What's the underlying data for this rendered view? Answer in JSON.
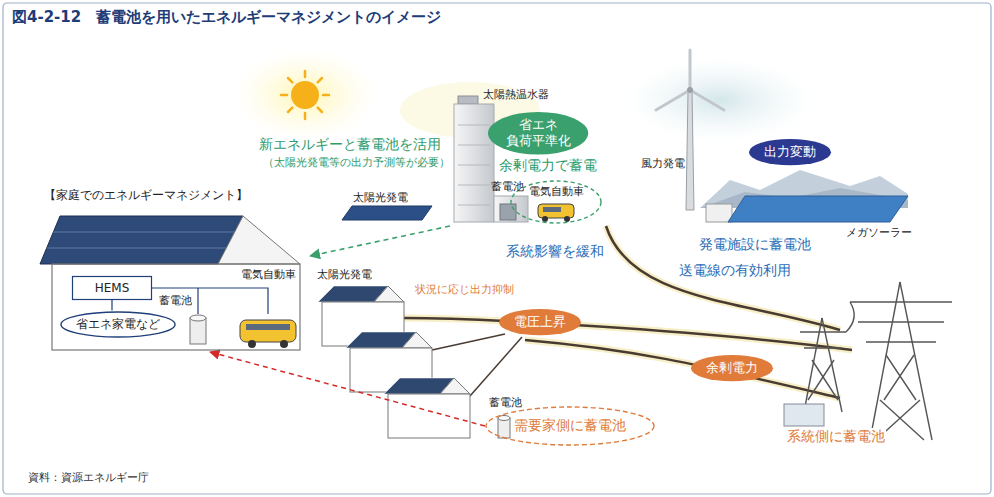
{
  "diagram": {
    "title": "図4-2-12　蓄電池を用いたエネルギーマネジメントのイメージ",
    "caption": "資料：資源エネルギー庁",
    "nodes": [
      {
        "text": [
          "【家庭でのエネルギーマネジメント】"
        ]
      },
      {
        "text": [
          "HEMS"
        ],
        "in": 0
      },
      {
        "text": [
          "省エネ家電など"
        ],
        "in": 0
      },
      {
        "text": [
          "省エネ 負荷平準化"
        ]
      },
      {
        "text": [
          "電気自動車"
        ]
      },
      {
        "text": [
          "出力変動"
        ]
      },
      {
        "text": [
          "電圧上昇"
        ]
      },
      {
        "text": [
          "余剰電力"
        ]
      },
      {
        "text": [
          "需要家側に蓄電池"
        ]
      }
    ],
    "edges": [
      {
        "from": 1,
        "to": 2,
        "arrow": "none"
      },
      {
        "from": 8,
        "to": 0,
        "arrow": "to"
      }
    ],
    "labels": [
      "太陽熱温水器",
      "新エネルギーと蓄電池を活用",
      "（太陽光発電等の出力予測等が必要）",
      "余剰電力で蓄電",
      "蓄電池",
      "太陽光発電",
      "風力発電",
      "メガソーラー",
      "発電施設に蓄電池",
      "系統影響を緩和",
      "送電線の有効利用",
      "蓄電池",
      "電気自動車",
      "太陽光発電",
      "状況に応じ出力抑制",
      "蓄電池",
      "系統側に蓄電池"
    ]
  }
}
